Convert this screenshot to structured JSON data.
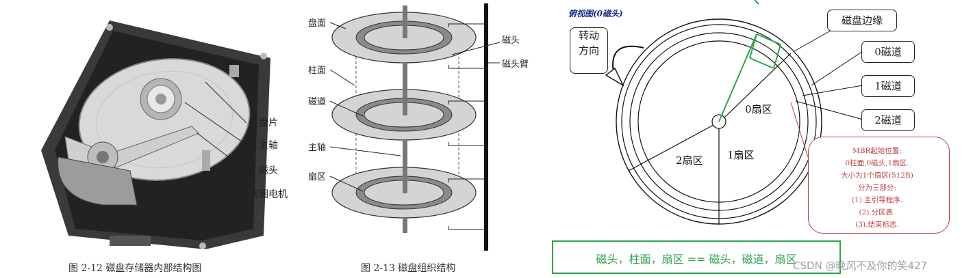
{
  "fig12": {
    "caption": "图 2-12 磁盘存储器内部结构图",
    "labels": [
      "盘片",
      "主轴",
      "磁头",
      "音圈电机"
    ]
  },
  "fig13": {
    "caption": "图 2-13 磁盘组织结构",
    "left_labels": [
      "盘面",
      "柱面",
      "磁道",
      "主轴",
      "扇区"
    ],
    "right_labels": [
      "磁头",
      "磁头臂"
    ]
  },
  "fig_right": {
    "header": "俯视图(0磁头)",
    "rotation": "转动\n方向",
    "edge_label": "磁盘边缘",
    "track_labels": [
      "0磁道",
      "1磁道",
      "2磁道"
    ],
    "sector_labels": [
      "0扇区",
      "1扇区",
      "2扇区"
    ],
    "mbr_note": [
      "MBR起始位置:",
      "0柱面,0磁头,1扇区.",
      "大小为1个扇区(512B)",
      "分为三部分:",
      "(1).主引导程序.",
      "(2).分区表.",
      "(3).结束标志."
    ],
    "equation": "磁头，柱面，扇区 == 磁头，磁道，扇区"
  },
  "watermark": "CSDN @晚风不及你的笑427",
  "colors": {
    "green": "#2ea548",
    "red_note": "#b8413d",
    "dark": "#222222"
  }
}
